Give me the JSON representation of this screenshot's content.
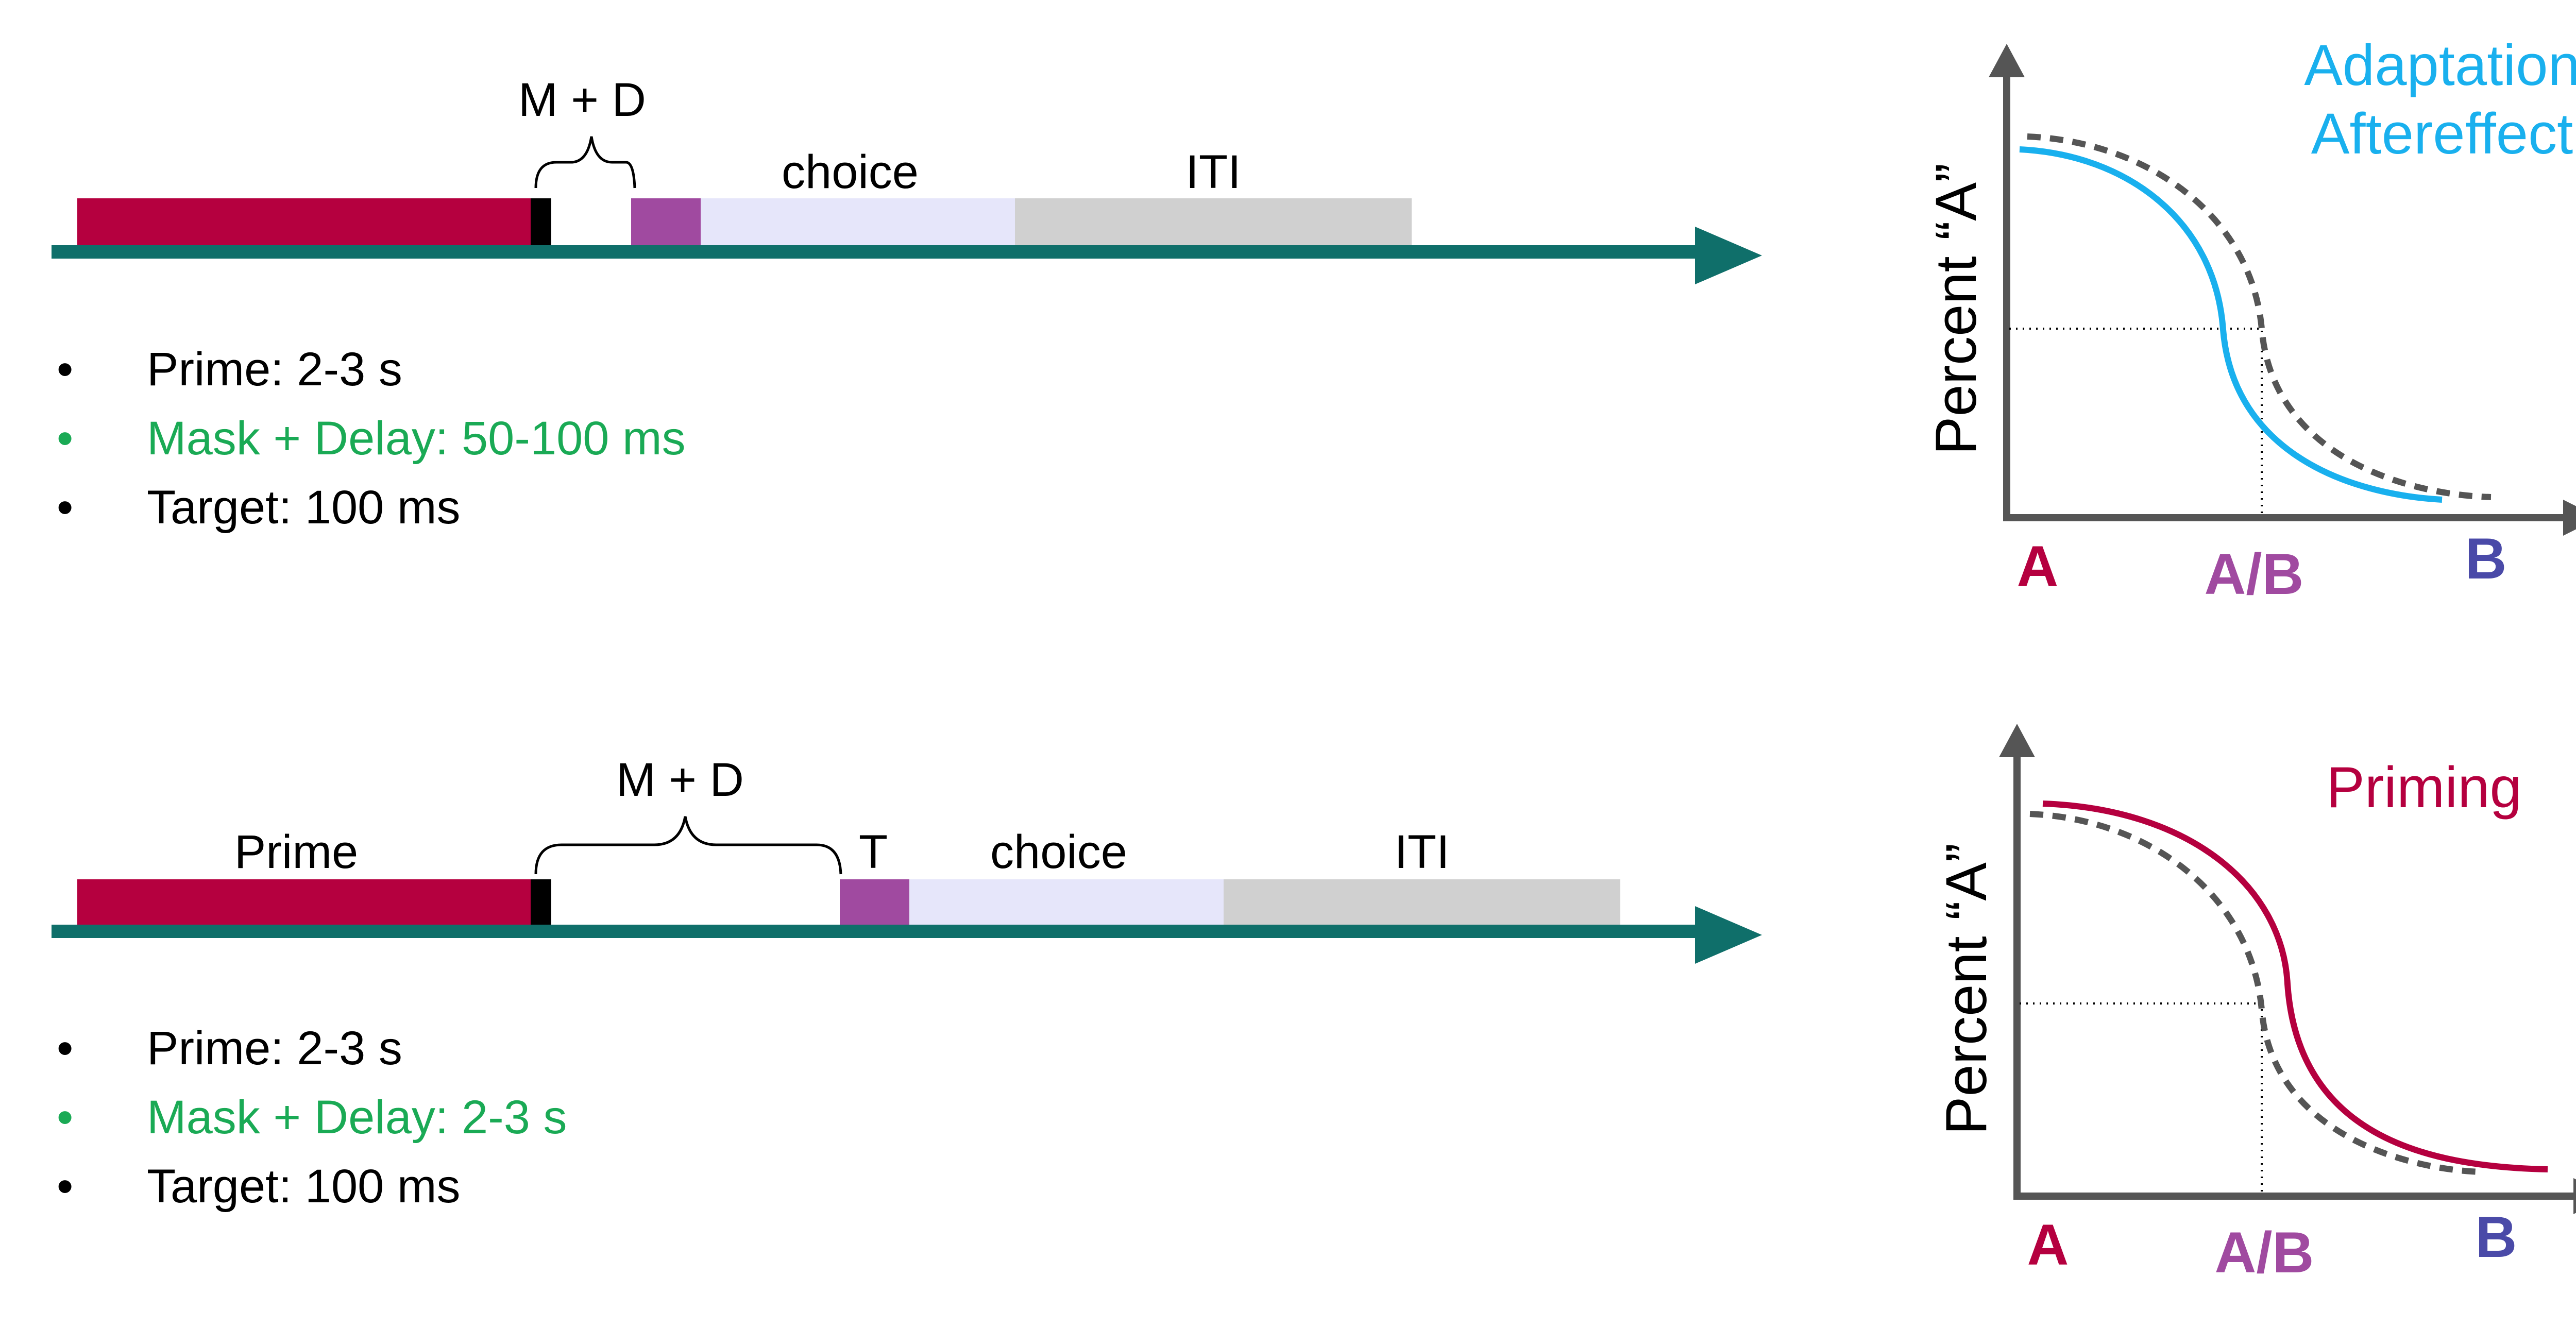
{
  "colors": {
    "prime": "#b5003f",
    "mask": "#000000",
    "target": "#a04aa0",
    "choice": "#e6e6fa",
    "iti": "#d0d0d0",
    "axis_arrow": "#0f6f6a",
    "adaptation_curve": "#19b0ee",
    "priming_curve": "#b5003f",
    "baseline_dashed": "#555555",
    "label_A": "#b5003f",
    "label_AB": "#a04aa0",
    "label_B": "#4a4aa8",
    "highlight_text": "#1aaa55"
  },
  "top_timeline": {
    "md_label": "M + D",
    "choice_label": "choice",
    "iti_label": "ITI",
    "bullets": [
      {
        "text": "Prime: 2-3 s",
        "highlight": false
      },
      {
        "text": "Mask + Delay: 50-100 ms",
        "highlight": true
      },
      {
        "text": "Target: 100 ms",
        "highlight": false
      }
    ]
  },
  "bottom_timeline": {
    "prime_label": "Prime",
    "md_label": "M + D",
    "target_label": "T",
    "choice_label": "choice",
    "iti_label": "ITI",
    "bullets": [
      {
        "text": "Prime: 2-3 s",
        "highlight": false
      },
      {
        "text": "Mask + Delay: 2-3 s",
        "highlight": true
      },
      {
        "text": "Target: 100 ms",
        "highlight": false
      }
    ]
  },
  "top_graph": {
    "title_line1": "Adaptation",
    "title_line2": "Aftereffect",
    "ylabel": "Percent “A”",
    "x_labels": [
      "A",
      "A/B",
      "B"
    ]
  },
  "bottom_graph": {
    "title": "Priming",
    "ylabel": "Percent “A”",
    "x_labels": [
      "A",
      "A/B",
      "B"
    ]
  },
  "bullet_symbol": "•"
}
